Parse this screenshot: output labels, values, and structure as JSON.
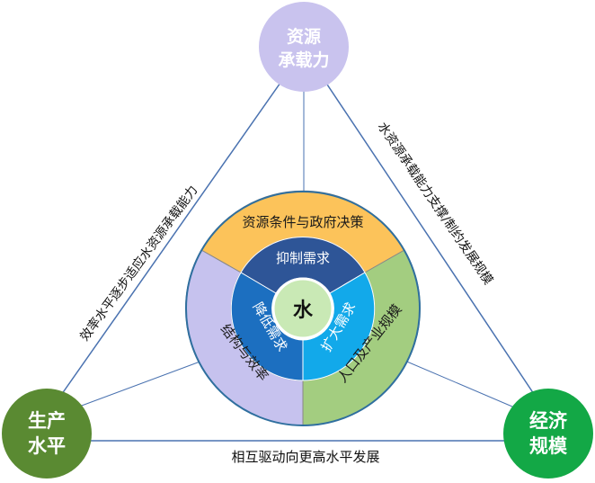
{
  "nodes": {
    "top": {
      "line1": "资源",
      "line2": "承载力",
      "color": "#c9c3ee"
    },
    "left": {
      "line1": "生产",
      "line2": "水平",
      "color": "#5a8a32"
    },
    "right": {
      "line1": "经济",
      "line2": "规模",
      "color": "#13a846"
    }
  },
  "edges": {
    "left": "效率水平逐步适应水资源承载能力",
    "right": "水资源承载能力支撑/制约发展规模",
    "bottom": "相互驱动向更高水平发展"
  },
  "outer_ring": {
    "top": {
      "label": "资源条件与政府决策",
      "color": "#fcc35a"
    },
    "left": {
      "label": "结构与效率",
      "color": "#c6c2ee"
    },
    "right": {
      "label": "人口及产业规模",
      "color": "#a3cd80"
    }
  },
  "inner_ring": {
    "top": {
      "label": "抑制需求",
      "color": "#2e5597"
    },
    "left": {
      "label": "降低需求",
      "color": "#1c6fc0"
    },
    "right": {
      "label": "扩大需求",
      "color": "#12a9ea"
    }
  },
  "center": {
    "label": "水",
    "color": "#c9e9b5"
  }
}
